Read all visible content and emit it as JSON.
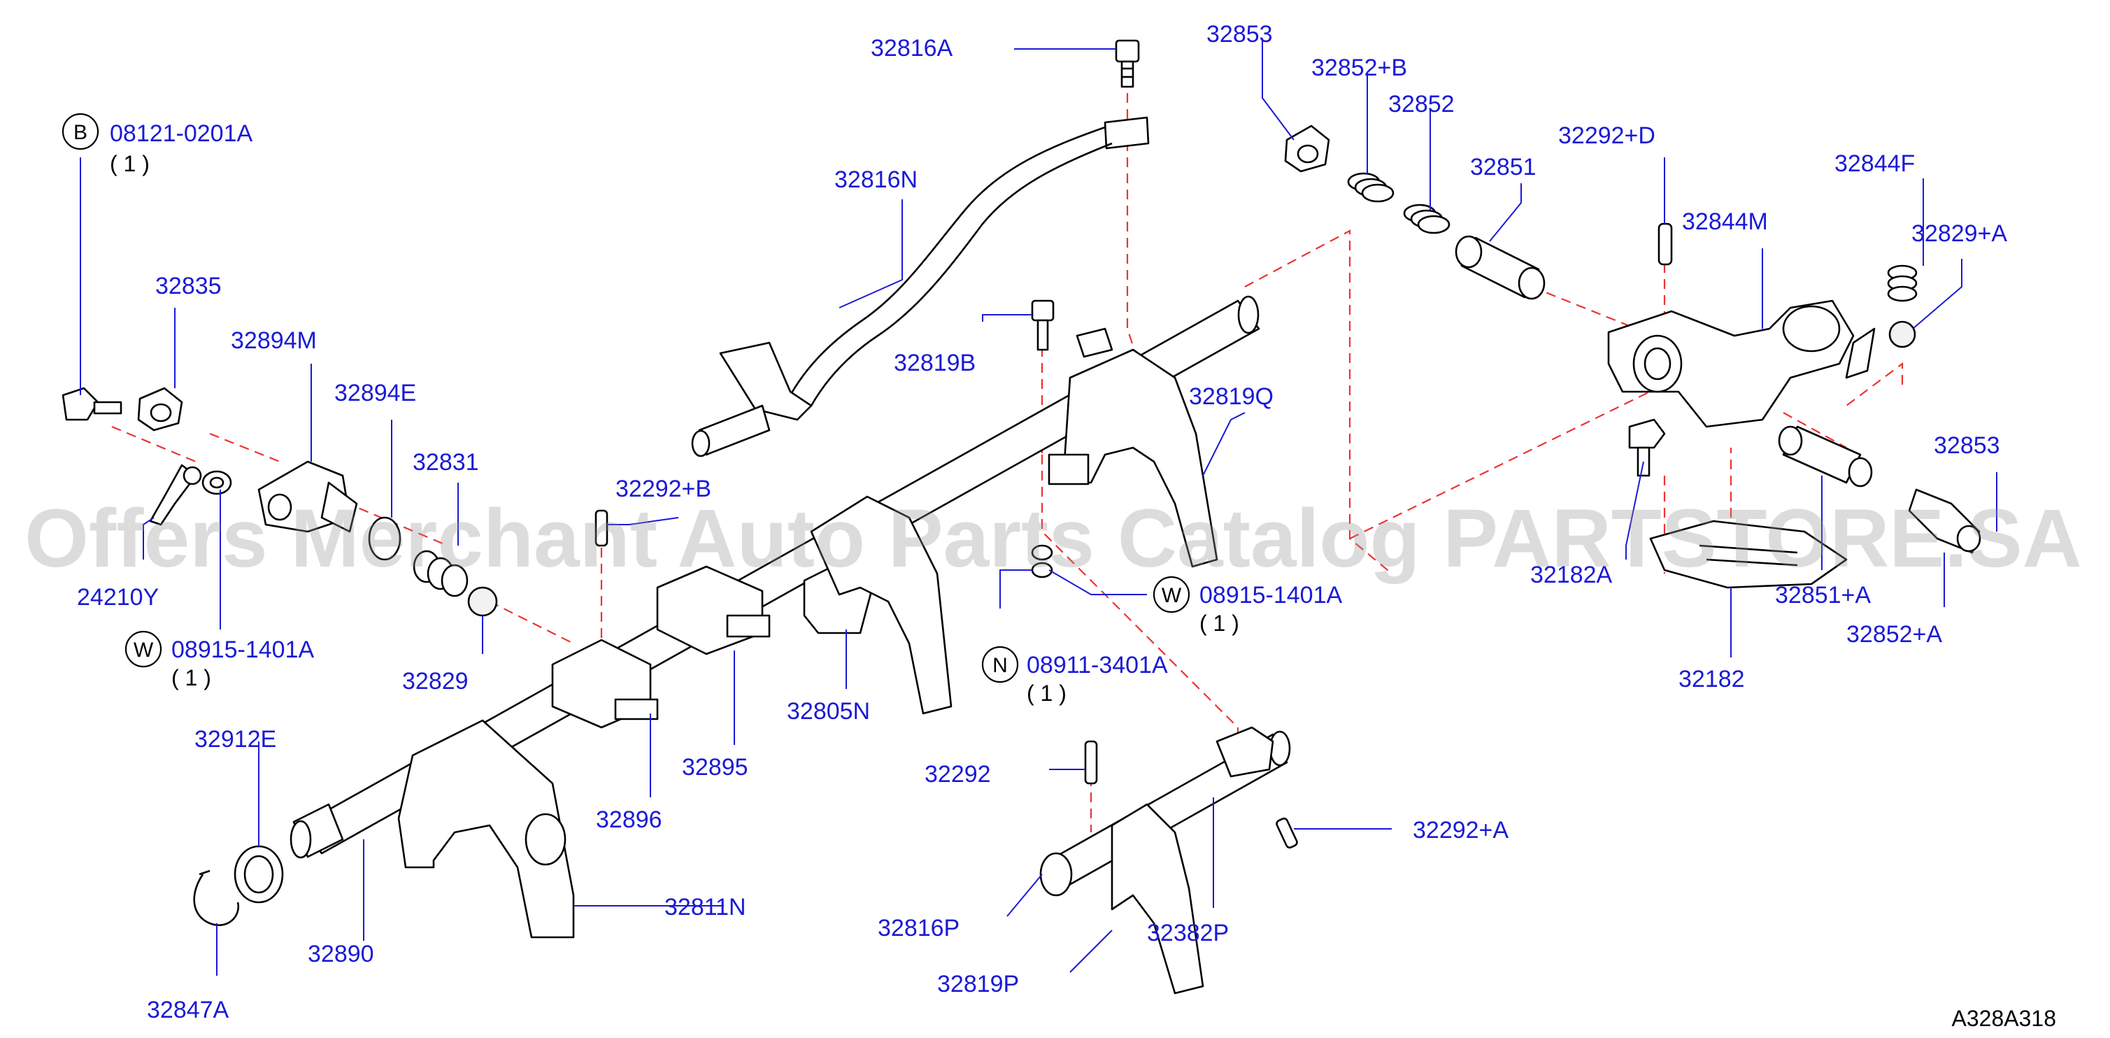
{
  "watermark": "Offers Merchant Auto Parts Catalog PARTSTORE.SA",
  "figure_ref": "A328A318",
  "labels": {
    "p32816A": "32816A",
    "p32853_top": "32853",
    "p32852B": "32852+B",
    "p32852": "32852",
    "p32292D": "32292+D",
    "p08121": "08121-0201A",
    "p08121_qty": "( 1 )",
    "p32816N": "32816N",
    "p32851": "32851",
    "p32844F": "32844F",
    "p32844M": "32844M",
    "p32829A": "32829+A",
    "p32835": "32835",
    "p32894M": "32894M",
    "p32819B": "32819B",
    "p32819Q": "32819Q",
    "p32894E": "32894E",
    "p32831": "32831",
    "p32292B": "32292+B",
    "p32853_right": "32853",
    "p24210Y": "24210Y",
    "p32182A": "32182A",
    "p08915_right": "08915-1401A",
    "p08915_right_qty": "( 1 )",
    "p32851A": "32851+A",
    "p08915_left": "08915-1401A",
    "p08915_left_qty": "( 1 )",
    "p32852A": "32852+A",
    "p08911": "08911-3401A",
    "p08911_qty": "( 1 )",
    "p32829": "32829",
    "p32182": "32182",
    "p32805N": "32805N",
    "p32912E": "32912E",
    "p32895": "32895",
    "p32292": "32292",
    "p32292A": "32292+A",
    "p32896": "32896",
    "p32811N": "32811N",
    "p32816P": "32816P",
    "p32382P": "32382P",
    "p32890": "32890",
    "p32819P": "32819P",
    "p32847A": "32847A"
  },
  "symbols": {
    "bolt_symbol": "B",
    "washer_symbol": "W",
    "nut_symbol": "N"
  },
  "colors": {
    "label": "#1a1ad6",
    "centerline": "#ee3333",
    "part_outline": "#000000"
  }
}
